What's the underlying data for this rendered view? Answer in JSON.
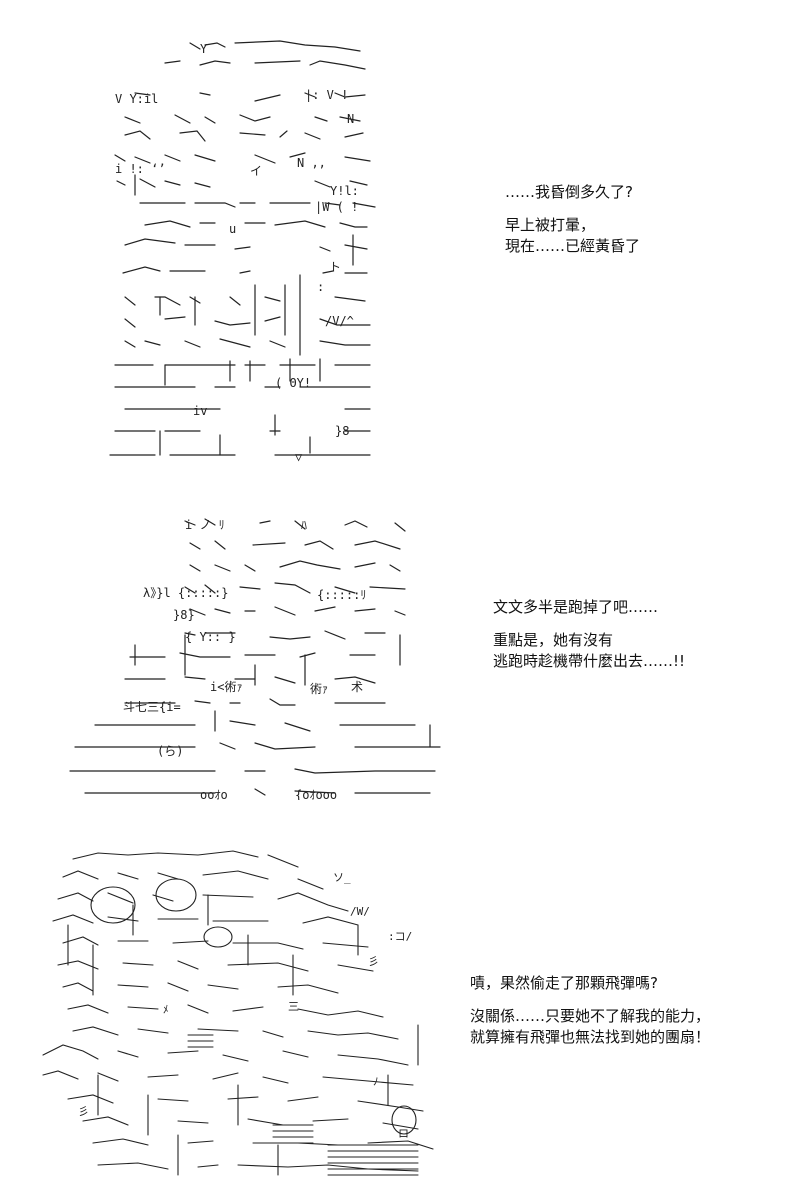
{
  "panels": [
    {
      "lines": [
        "……我昏倒多久了?",
        "",
        "早上被打暈，",
        "現在……已經黃昏了"
      ]
    },
    {
      "lines": [
        "文文多半是跑掉了吧……",
        "",
        "重點是，她有沒有",
        "逃跑時趁機帶什麼出去……!!"
      ]
    },
    {
      "lines": [
        "嘖，果然偷走了那顆飛彈嗎?",
        "",
        "沒關係……只要她不了解我的能力，",
        "就算擁有飛彈也無法找到她的團扇！"
      ]
    }
  ],
  "colors": {
    "ink": "#111111",
    "background": "#ffffff"
  }
}
